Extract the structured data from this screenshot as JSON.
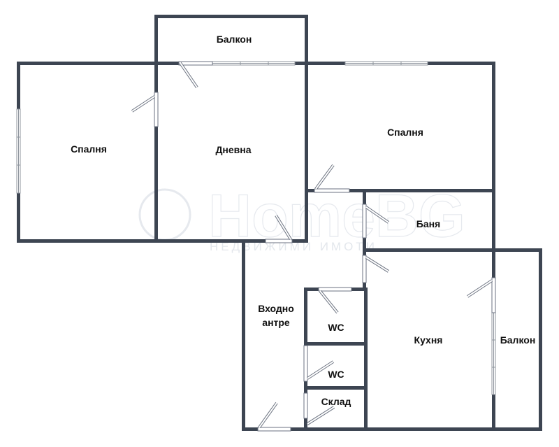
{
  "colors": {
    "wall": "#3d4552",
    "window": "#9aa0a8",
    "door": "#6b7280",
    "watermark": "#e3e7ec"
  },
  "watermark": {
    "brand": "HomeBG",
    "tagline": "НЕДВИЖИМИ ИМОТИ"
  },
  "rooms": {
    "balcony_top": "Балкон",
    "bedroom_left": "Спалня",
    "living": "Дневна",
    "bedroom_right": "Спалня",
    "bathroom": "Баня",
    "hall_line1": "Входно",
    "hall_line2": "антре",
    "wc_upper": "WC",
    "wc_lower": "WC",
    "storage": "Склад",
    "kitchen": "Кухня",
    "balcony_right": "Балкон"
  }
}
